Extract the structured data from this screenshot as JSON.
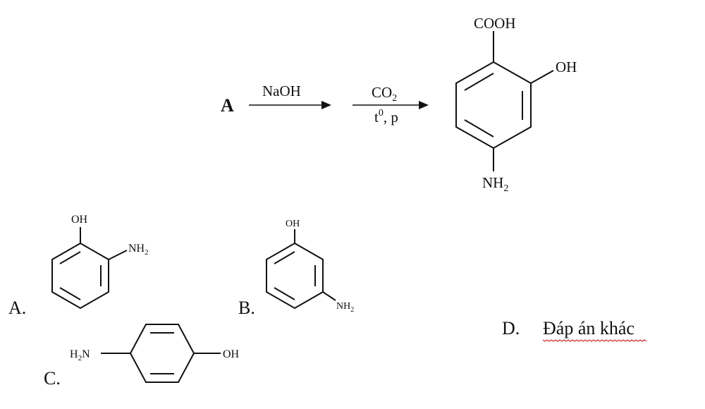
{
  "reaction": {
    "start": "A",
    "reagent1": "NaOH",
    "reagent2_main": "CO",
    "reagent2_sub": "2",
    "conditions_t": "t",
    "conditions_sup": "0",
    "conditions_rest": ", p",
    "product": {
      "group_top": "COOH",
      "group_right": "OH",
      "group_bottom_main": "NH",
      "group_bottom_sub": "2"
    }
  },
  "options": {
    "a": {
      "letter": "A.",
      "oh": "OH",
      "nh_main": "NH",
      "nh_sub": "2"
    },
    "b": {
      "letter": "B.",
      "oh": "OH",
      "nh_main": "NH",
      "nh_sub": "2"
    },
    "c": {
      "letter": "C.",
      "h": "H",
      "h_sub": "2",
      "n": "N",
      "oh": "OH"
    },
    "d": {
      "letter": "D.",
      "text": "Đáp án khác"
    }
  }
}
